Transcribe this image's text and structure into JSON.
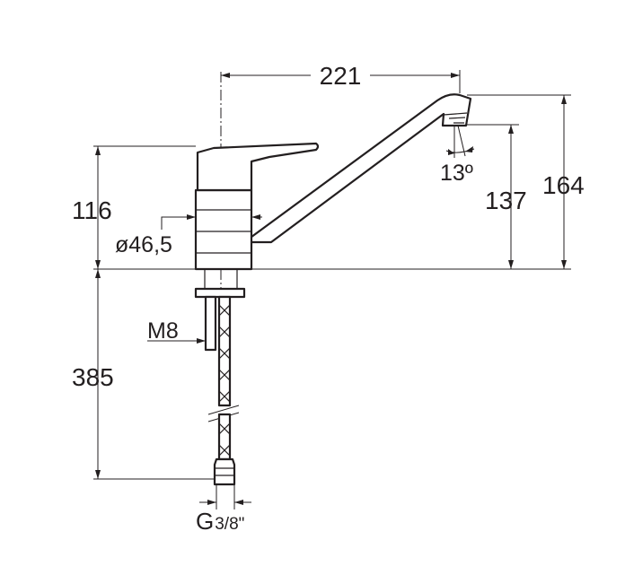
{
  "dimensions": {
    "spout_reach": "221",
    "total_height": "164",
    "outlet_height": "137",
    "spout_angle": "13º",
    "body_height": "116",
    "body_diameter": "ø46,5",
    "stud_thread": "M8",
    "hose_length": "385",
    "connection_prefix": "G",
    "connection_fraction": "3/8\""
  }
}
